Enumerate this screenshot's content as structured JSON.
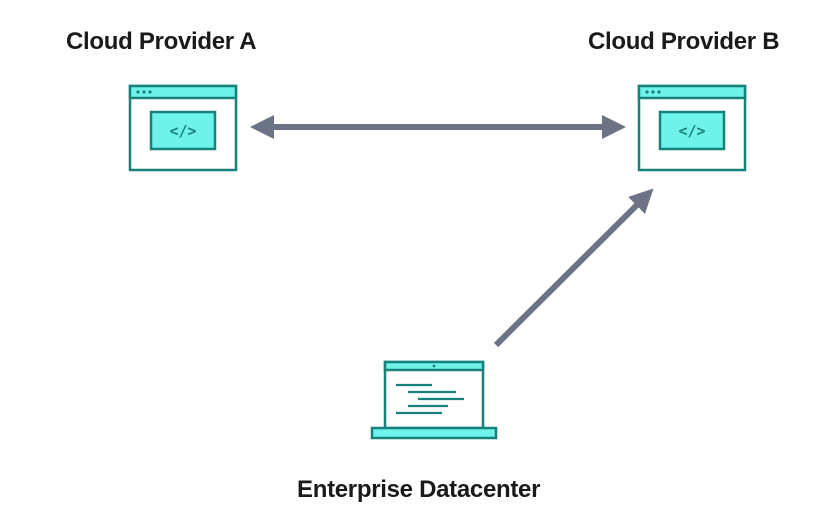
{
  "nodes": {
    "cloud_a": {
      "label": "Cloud Provider A",
      "icon": "browser-code-window-icon"
    },
    "cloud_b": {
      "label": "Cloud Provider B",
      "icon": "browser-code-window-icon"
    },
    "datacenter": {
      "label": "Enterprise Datacenter",
      "icon": "laptop-code-icon"
    }
  },
  "edges": [
    {
      "from": "Cloud Provider A",
      "to": "Cloud Provider B",
      "direction": "bidirectional"
    },
    {
      "from": "Enterprise Datacenter",
      "to": "Cloud Provider B",
      "direction": "forward"
    }
  ],
  "colors": {
    "icon_stroke": "#17817b",
    "icon_fill": "#6ff2ea",
    "arrow": "#6b7384",
    "text": "#1a1a1a"
  }
}
